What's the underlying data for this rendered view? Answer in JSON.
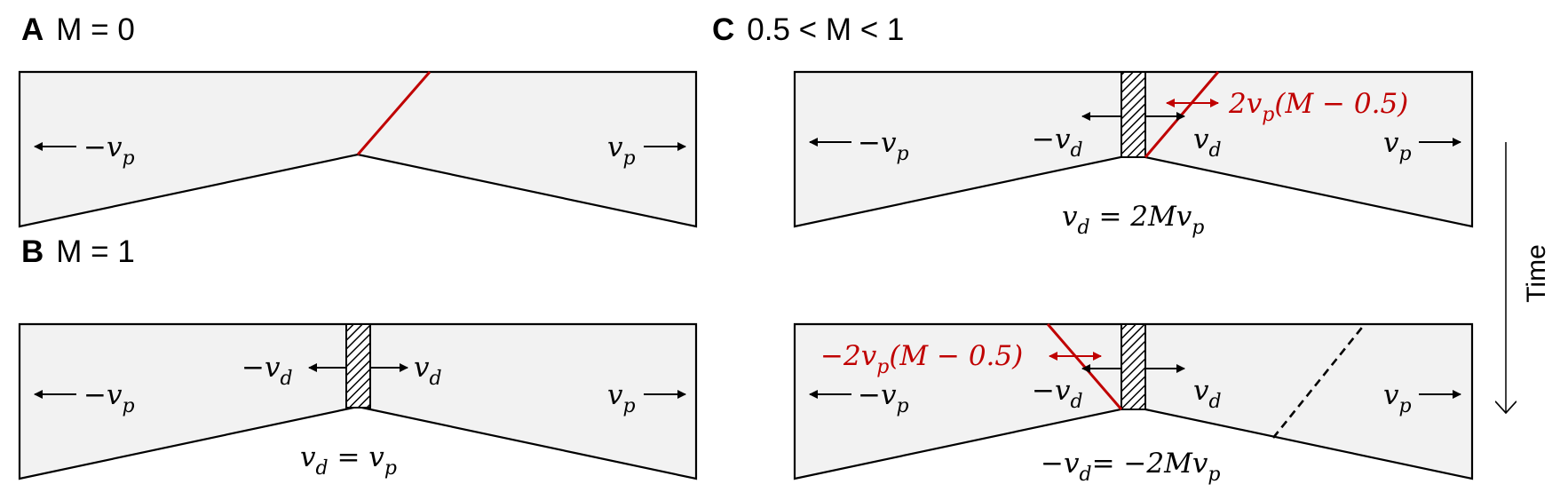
{
  "panels": {
    "a": {
      "letter": "A",
      "title": "M = 0"
    },
    "b": {
      "letter": "B",
      "title": "M = 1"
    },
    "c": {
      "letter": "C",
      "title": "0.5 < M < 1"
    }
  },
  "labels": {
    "minus_vp": "−vₚ",
    "vp": "vₚ",
    "minus_vd": "−v_d",
    "vd": "v_d",
    "b_equation": "v_d = vₚ",
    "c_top_equation": "v_d = 2Mvₚ",
    "c_top_rate": "2vₚ(M − 0.5)",
    "c_bottom_rate": "−2vₚ(M − 0.5)",
    "c_bottom_equation": "−v_d= −2Mvₚ"
  },
  "time_axis": {
    "label": "Time"
  },
  "colors": {
    "fault_red": "#c00000",
    "plate_fill": "#f2f2f2",
    "outline": "#000000"
  }
}
